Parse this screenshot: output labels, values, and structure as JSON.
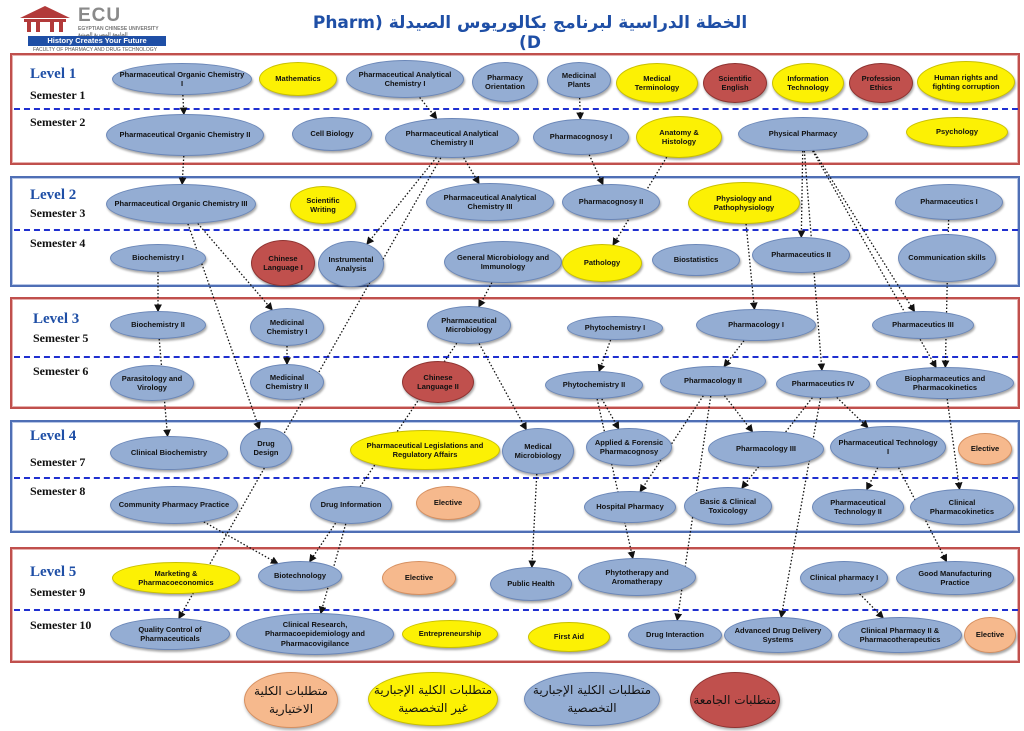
{
  "header": {
    "logo_text": "ECU",
    "logo_subtext": "EGYPTIAN CHINESE UNIVERSITY الجامعة المصرية الصينية",
    "logo_slogan": "History Creates Your Future",
    "logo_faculty": "FACULTY OF PHARMACY AND DRUG TECHNOLOGY",
    "title": "الخطة الدراسية لبرنامج بكالوريوس الصيدلة (Pharm D)"
  },
  "colors": {
    "university": "#c0504d",
    "faculty_mandatory_specialized": "#94add3",
    "faculty_mandatory_non_specialized": "#fcf104",
    "faculty_elective": "#f6b98d",
    "level_text": "#1f4fa6"
  },
  "levels": [
    {
      "label": "Level 1",
      "semesters": [
        "Semester 1",
        "Semester 2"
      ]
    },
    {
      "label": "Level 2",
      "semesters": [
        "Semester 3",
        "Semester 4"
      ]
    },
    {
      "label": "Level 3",
      "semesters": [
        "Semester 5",
        "Semester 6"
      ]
    },
    {
      "label": "Level 4",
      "semesters": [
        "Semester 7",
        "Semester 8"
      ]
    },
    {
      "label": "Level 5",
      "semesters": [
        "Semester 9",
        "Semester 10"
      ]
    }
  ],
  "courses": {
    "poc1": {
      "label": "Pharmaceutical Organic Chemistry I",
      "category": "blue"
    },
    "math": {
      "label": "Mathematics",
      "category": "yellow"
    },
    "pac1": {
      "label": "Pharmaceutical Analytical Chemistry I",
      "category": "blue"
    },
    "orient": {
      "label": "Pharmacy Orientation",
      "category": "blue"
    },
    "medplants": {
      "label": "Medicinal Plants",
      "category": "blue"
    },
    "medterm": {
      "label": "Medical Terminology",
      "category": "yellow"
    },
    "sciEng": {
      "label": "Scientific English",
      "category": "red"
    },
    "infotech": {
      "label": "Information Technology",
      "category": "yellow"
    },
    "profEthics": {
      "label": "Profession Ethics",
      "category": "red"
    },
    "humanRights": {
      "label": "Human rights and fighting corruption",
      "category": "yellow"
    },
    "poc2": {
      "label": "Pharmaceutical Organic Chemistry II",
      "category": "blue"
    },
    "cellBio": {
      "label": "Cell Biology",
      "category": "blue"
    },
    "pac2": {
      "label": "Pharmaceutical Analytical Chemistry II",
      "category": "blue"
    },
    "pcog1": {
      "label": "Pharmacognosy I",
      "category": "blue"
    },
    "anatomy": {
      "label": "Anatomy & Histology",
      "category": "yellow"
    },
    "physPharm": {
      "label": "Physical Pharmacy",
      "category": "blue"
    },
    "psych": {
      "label": "Psychology",
      "category": "yellow"
    },
    "poc3": {
      "label": "Pharmaceutical Organic Chemistry III",
      "category": "blue"
    },
    "sciWriting": {
      "label": "Scientific Writing",
      "category": "yellow"
    },
    "pac3": {
      "label": "Pharmaceutical Analytical Chemistry III",
      "category": "blue"
    },
    "pcog2": {
      "label": "Pharmacognosy II",
      "category": "blue"
    },
    "physio": {
      "label": "Physiology and Pathophysiology",
      "category": "yellow"
    },
    "pceut1": {
      "label": "Pharmaceutics I",
      "category": "blue"
    },
    "biochem1": {
      "label": "Biochemistry I",
      "category": "blue"
    },
    "chinese1": {
      "label": "Chinese Language I",
      "category": "red"
    },
    "instrAnal": {
      "label": "Instrumental Analysis",
      "category": "blue"
    },
    "genMicro": {
      "label": "General Microbiology and Immunology",
      "category": "blue"
    },
    "pathology": {
      "label": "Pathology",
      "category": "yellow"
    },
    "biostat": {
      "label": "Biostatistics",
      "category": "blue"
    },
    "pceut2": {
      "label": "Pharmaceutics II",
      "category": "blue"
    },
    "commSkills": {
      "label": "Communication skills",
      "category": "blue"
    },
    "biochem2": {
      "label": "Biochemistry II",
      "category": "blue"
    },
    "medchem1": {
      "label": "Medicinal Chemistry I",
      "category": "blue"
    },
    "pharmMicro": {
      "label": "Pharmaceutical Microbiology",
      "category": "blue"
    },
    "phyto1": {
      "label": "Phytochemistry I",
      "category": "blue"
    },
    "pharmacol1": {
      "label": "Pharmacology I",
      "category": "blue"
    },
    "pceut3": {
      "label": "Pharmaceutics III",
      "category": "blue"
    },
    "parasit": {
      "label": "Parasitology and Virology",
      "category": "blue"
    },
    "medchem2": {
      "label": "Medicinal Chemistry II",
      "category": "blue"
    },
    "chinese2": {
      "label": "Chinese Language II",
      "category": "red"
    },
    "phyto2": {
      "label": "Phytochemistry II",
      "category": "blue"
    },
    "pharmacol2": {
      "label": "Pharmacology II",
      "category": "blue"
    },
    "pceut4": {
      "label": "Pharmaceutics IV",
      "category": "blue"
    },
    "biopharm": {
      "label": "Biopharmaceutics and Pharmacokinetics",
      "category": "blue"
    },
    "clinBiochem": {
      "label": "Clinical Biochemistry",
      "category": "blue"
    },
    "drugDesign": {
      "label": "Drug Design",
      "category": "blue"
    },
    "pharmLeg": {
      "label": "Pharmaceutical Legislations and Regulatory Affairs",
      "category": "yellow"
    },
    "medMicro": {
      "label": "Medical Microbiology",
      "category": "blue"
    },
    "forensic": {
      "label": "Applied & Forensic Pharmacognosy",
      "category": "blue"
    },
    "pharmacol3": {
      "label": "Pharmacology III",
      "category": "blue"
    },
    "pharmTech1": {
      "label": "Pharmaceutical Technology I",
      "category": "blue"
    },
    "elective7": {
      "label": "Elective",
      "category": "orange"
    },
    "commPharm": {
      "label": "Community Pharmacy Practice",
      "category": "blue"
    },
    "drugInfo": {
      "label": "Drug Information",
      "category": "blue"
    },
    "elective8": {
      "label": "Elective",
      "category": "orange"
    },
    "hospPharm": {
      "label": "Hospital Pharmacy",
      "category": "blue"
    },
    "clinTox": {
      "label": "Basic & Clinical Toxicology",
      "category": "blue"
    },
    "pharmTech2": {
      "label": "Pharmaceutical Technology II",
      "category": "blue"
    },
    "clinPK": {
      "label": "Clinical Pharmacokinetics",
      "category": "blue"
    },
    "marketing": {
      "label": "Marketing & Pharmacoeconomics",
      "category": "yellow"
    },
    "biotech": {
      "label": "Biotechnology",
      "category": "blue"
    },
    "elective9": {
      "label": "Elective",
      "category": "orange"
    },
    "pubHealth": {
      "label": "Public Health",
      "category": "blue"
    },
    "phytotherapy": {
      "label": "Phytotherapy and Aromatherapy",
      "category": "blue"
    },
    "clinPharm1": {
      "label": "Clinical pharmacy I",
      "category": "blue"
    },
    "gmp": {
      "label": "Good Manufacturing Practice",
      "category": "blue"
    },
    "qc": {
      "label": "Quality Control of Pharmaceuticals",
      "category": "blue"
    },
    "clinResearch": {
      "label": "Clinical Research, Pharmacoepidemiology and Pharmacovigilance",
      "category": "blue"
    },
    "entrepreneur": {
      "label": "Entrepreneurship",
      "category": "yellow"
    },
    "firstAid": {
      "label": "First Aid",
      "category": "yellow"
    },
    "drugInteract": {
      "label": "Drug Interaction",
      "category": "blue"
    },
    "advDrug": {
      "label": "Advanced Drug Delivery Systems",
      "category": "blue"
    },
    "clinPharm2": {
      "label": "Clinical Pharmacy II & Pharmacotherapeutics",
      "category": "blue"
    },
    "elective10": {
      "label": "Elective",
      "category": "orange"
    }
  },
  "prerequisites": [
    [
      "poc1",
      "poc2"
    ],
    [
      "poc2",
      "poc3"
    ],
    [
      "pac1",
      "pac2"
    ],
    [
      "pac2",
      "pac3"
    ],
    [
      "pac2",
      "instrAnal"
    ],
    [
      "pac2",
      "qc"
    ],
    [
      "medplants",
      "pcog1"
    ],
    [
      "pcog1",
      "pcog2"
    ],
    [
      "anatomy",
      "pathology"
    ],
    [
      "physPharm",
      "pceut2"
    ],
    [
      "physPharm",
      "pceut3"
    ],
    [
      "physPharm",
      "pceut4"
    ],
    [
      "physPharm",
      "biopharm"
    ],
    [
      "poc3",
      "medchem1"
    ],
    [
      "poc3",
      "drugDesign"
    ],
    [
      "biochem1",
      "biochem2"
    ],
    [
      "biochem2",
      "clinBiochem"
    ],
    [
      "genMicro",
      "pharmMicro"
    ],
    [
      "pharmMicro",
      "medMicro"
    ],
    [
      "pharmMicro",
      "biotech"
    ],
    [
      "physio",
      "pharmacol1"
    ],
    [
      "pceut1",
      "biopharm"
    ],
    [
      "medchem1",
      "medchem2"
    ],
    [
      "phyto1",
      "phyto2"
    ],
    [
      "phyto2",
      "forensic"
    ],
    [
      "phyto2",
      "phytotherapy"
    ],
    [
      "pharmacol1",
      "pharmacol2"
    ],
    [
      "pharmacol2",
      "pharmacol3"
    ],
    [
      "pharmacol2",
      "hospPharm"
    ],
    [
      "pharmacol2",
      "drugInteract"
    ],
    [
      "pceut4",
      "pharmTech1"
    ],
    [
      "pceut4",
      "clinTox"
    ],
    [
      "pceut4",
      "advDrug"
    ],
    [
      "biopharm",
      "clinPK"
    ],
    [
      "pharmTech1",
      "pharmTech2"
    ],
    [
      "pharmTech1",
      "gmp"
    ],
    [
      "medMicro",
      "pubHealth"
    ],
    [
      "drugInfo",
      "clinResearch"
    ],
    [
      "clinPharm1",
      "clinPharm2"
    ],
    [
      "commPharm",
      "biotech"
    ]
  ],
  "legend": [
    {
      "label": "متطلبات الكلية الاختيارية",
      "category": "orange"
    },
    {
      "label": "متطلبات الكلية الإجبارية غير التخصصية",
      "category": "yellow"
    },
    {
      "label": "متطلبات الكلية الإجبارية التخصصية",
      "category": "blue"
    },
    {
      "label": "متطلبات الجامعة",
      "category": "red"
    }
  ]
}
